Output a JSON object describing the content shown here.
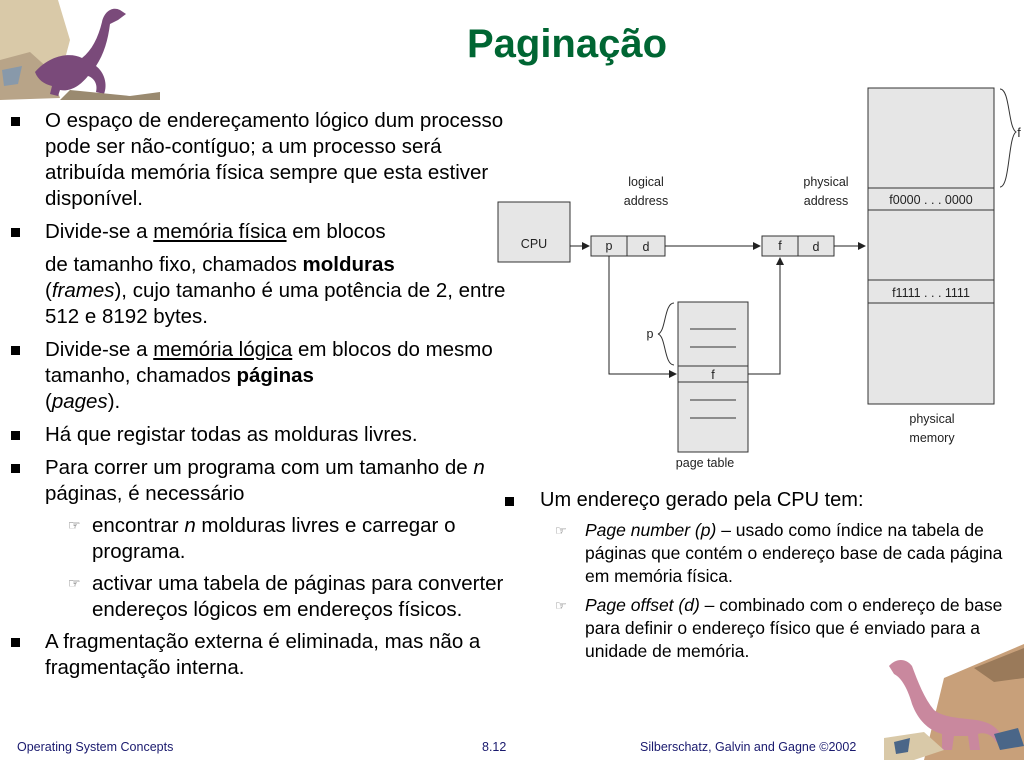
{
  "title": "Paginação",
  "left_bullets": [
    {
      "text": "O espaço de endereçamento lógico dum processo pode ser não-contíguo; a um processo será atribuída memória física sempre que esta estiver disponível."
    },
    {
      "pre": "Divide-se a ",
      "link": "memória física",
      "mid": " em blocos",
      "line2_pre": "de tamanho fixo, chamados  ",
      "bold": "molduras",
      "line3_open": "(",
      "italic": "frames",
      "line3_post": "), cujo tamanho é uma potência de 2, entre 512 e 8192 bytes."
    },
    {
      "pre": "Divide-se a ",
      "link": "memória lógica",
      "mid": " em blocos do mesmo tamanho, chamados ",
      "bold": "páginas",
      "open": "(",
      "italic": "pages",
      "post": ")."
    },
    {
      "text": "Há que registar todas as molduras livres."
    },
    {
      "pre": "Para correr um programa com um tamanho de ",
      "italic": "n",
      "post": " páginas, é necessário",
      "sub": [
        {
          "pre": "encontrar ",
          "italic": "n",
          "post": " molduras livres e carregar o programa."
        },
        {
          "text": "activar uma tabela de páginas para converter endereços lógicos em endereços físicos."
        }
      ]
    },
    {
      "text": "A fragmentação externa é eliminada, mas não a fragmentação interna."
    }
  ],
  "right_bullets": {
    "main": "Um endereço gerado pela CPU tem:",
    "sub": [
      {
        "italic": "Page number (p)",
        "text": " – usado como índice na tabela de páginas que contém o endereço base de cada página em memória física."
      },
      {
        "italic": "Page offset (d)",
        "text": " – combinado com o endereço de base para definir o endereço físico que é enviado para a unidade de memória."
      }
    ]
  },
  "diagram": {
    "cpu": "CPU",
    "logical_1": "logical",
    "logical_2": "address",
    "physical_addr_1": "physical",
    "physical_addr_2": "address",
    "p": "p",
    "d": "d",
    "f": "f",
    "p_brace": "p",
    "table_f": "f",
    "page_table": "page table",
    "mem_f_brace": "f",
    "mem_top": "f0000 . . . 0000",
    "mem_bottom": "f1111 . . . 1111",
    "physical_mem_1": "physical",
    "physical_mem_2": "memory"
  },
  "footer": {
    "left": "Operating System Concepts",
    "center": "8.12",
    "right": "Silberschatz, Galvin and  Gagne ©2002"
  },
  "colors": {
    "title": "#006633",
    "footer": "#1a1a6e"
  }
}
